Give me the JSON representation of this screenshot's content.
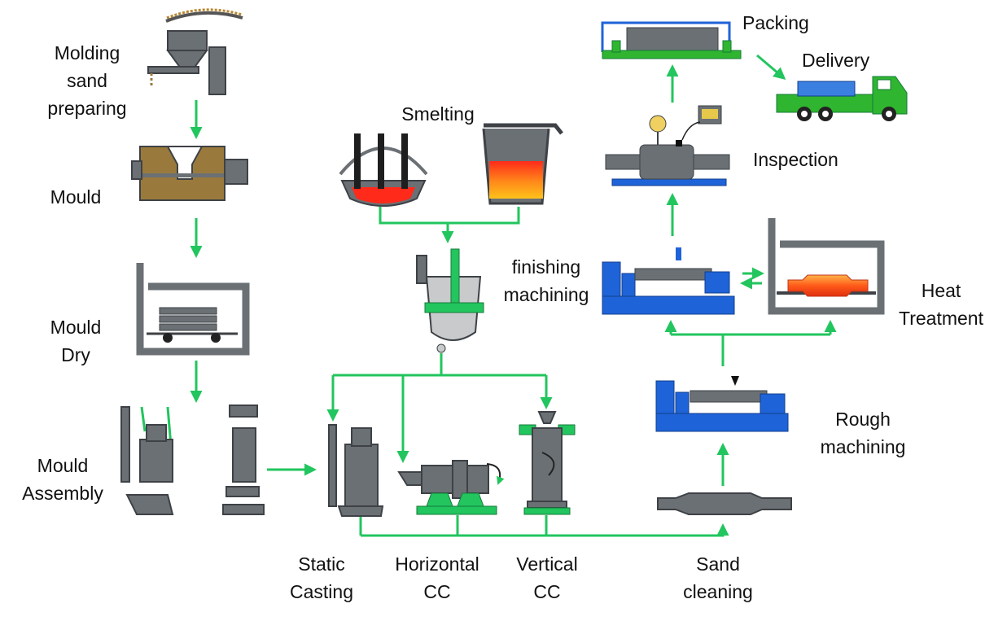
{
  "colors": {
    "flow": "#22c55e",
    "machine_gray": "#6b7075",
    "outline": "#3e4246",
    "sand": "#9a7a3c",
    "lathe_blue": "#1f63d8",
    "truck_green": "#2fb52f",
    "metal_hot": "#ff8a1a"
  },
  "steps": {
    "molding": [
      "Molding",
      "sand",
      "preparing"
    ],
    "mould": [
      "Mould"
    ],
    "dry": [
      "Mould",
      "Dry"
    ],
    "assembly": [
      "Mould",
      "Assembly"
    ],
    "smelting": [
      "Smelting"
    ],
    "finishing": [
      "finishing",
      "machining"
    ],
    "heat": [
      "Heat",
      "Treatment"
    ],
    "inspection": [
      "Inspection"
    ],
    "packing": [
      "Packing"
    ],
    "delivery": [
      "Delivery"
    ],
    "rough": [
      "Rough",
      "machining"
    ],
    "static": [
      "Static",
      "Casting"
    ],
    "horizontal": [
      "Horizontal",
      "CC"
    ],
    "vertical": [
      "Vertical",
      "CC"
    ],
    "sand_cleaning": [
      "Sand",
      "cleaning"
    ]
  }
}
